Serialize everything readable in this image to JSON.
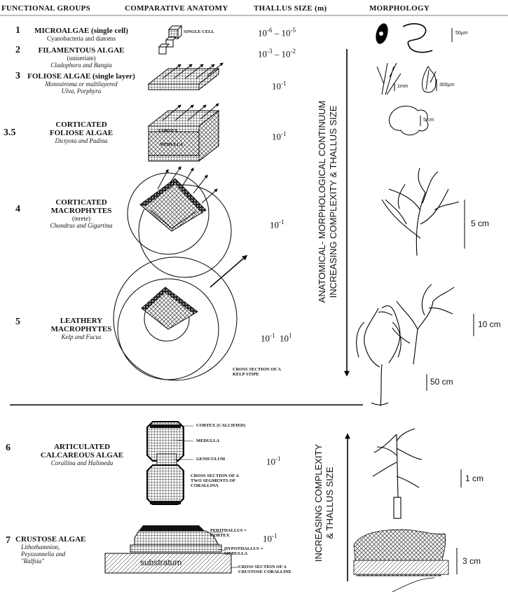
{
  "headers": {
    "functional_groups": "FUNCTIONAL GROUPS",
    "comparative_anatomy": "COMPARATIVE ANATOMY",
    "thallus_size": "THALLUS SIZE (m)",
    "morphology": "MORPHOLOGY"
  },
  "groups": [
    {
      "num": "1",
      "name": "MICROALGAE (single cell)",
      "sub": "Cyanobacteria and diatoms",
      "spec": "",
      "size_a": "10",
      "exp_a": "-6",
      "size_b": "10",
      "exp_b": "-5"
    },
    {
      "num": "2",
      "name": "FILAMENTOUS ALGAE",
      "sub": "(uniseriate)",
      "spec": "Cladophora and Bangia",
      "size_a": "10",
      "exp_a": "-3",
      "size_b": "10",
      "exp_b": "-2"
    },
    {
      "num": "3",
      "name": "FOLIOSE ALGAE (single layer)",
      "sub": "Monostroma or multilayered",
      "spec": "Ulva, Porphyra",
      "size_a": "10",
      "exp_a": "-1",
      "size_b": "",
      "exp_b": ""
    },
    {
      "num": "3.5",
      "name": "CORTICATED FOLIOSE ALGAE",
      "sub": "",
      "spec": "Dictyota and Padina",
      "size_a": "10",
      "exp_a": "-1",
      "size_b": "",
      "exp_b": ""
    },
    {
      "num": "4",
      "name": "CORTICATED MACROPHYTES",
      "sub": "(terete)",
      "spec": "Chondrus and Gigartina",
      "size_a": "10",
      "exp_a": "-1",
      "size_b": "",
      "exp_b": ""
    },
    {
      "num": "5",
      "name": "LEATHERY MACROPHYTES",
      "sub": "",
      "spec": "Kelp and Fucus",
      "size_a": "10",
      "exp_a": "-1",
      "size_b": "10",
      "exp_b": "1"
    },
    {
      "num": "6",
      "name": "ARTICULATED CALCAREOUS ALGAE",
      "sub": "",
      "spec": "Corallina and Halimeda",
      "size_a": "10",
      "exp_a": "-1",
      "size_b": "",
      "exp_b": ""
    },
    {
      "num": "7",
      "name": "CRUSTOSE ALGAE",
      "sub": "",
      "spec": "Lithothamnion, Peyssonnelia and \"Ralfsia\"",
      "size_a": "10",
      "exp_a": "-1",
      "size_b": "",
      "exp_b": ""
    }
  ],
  "annotations": {
    "single_cell": "SINGLE CELL",
    "kelp_stipe": "CROSS SECTION OF A KELP STIPE",
    "cortex_calcified": "CORTEX (CALCIFIED)",
    "medulla": "MEDULLA",
    "geniculum": "GENICULUM",
    "two_segments": "CROSS SECTION OF A TWO SEGMENTS OF CORALLINA",
    "perithallus": "PERITHALLUS = CORTEX",
    "hypothallus": "HYPOTHALLUS = MEDULLA",
    "substratum": "substratum",
    "crustose_section": "CROSS SECTION OF A CRUSTOSE CORALLINE",
    "cortex_label": "CORTEX",
    "medulla_label": "MEDULLA"
  },
  "continuum_labels": {
    "upper_line1": "ANATOMICAL- MORPHOLOGICAL CONTINUUM",
    "upper_line2": "INCREASING COMPLEXITY & THALLUS SIZE",
    "lower_line1": "INCREASING COMPLEXITY",
    "lower_line2": "& THALLUS SIZE"
  },
  "scale_bars": [
    "50µm",
    "1mm",
    "300µm",
    "5 cm",
    "5 cm",
    "10 cm",
    "50 cm",
    "1 cm",
    "3 cm"
  ]
}
